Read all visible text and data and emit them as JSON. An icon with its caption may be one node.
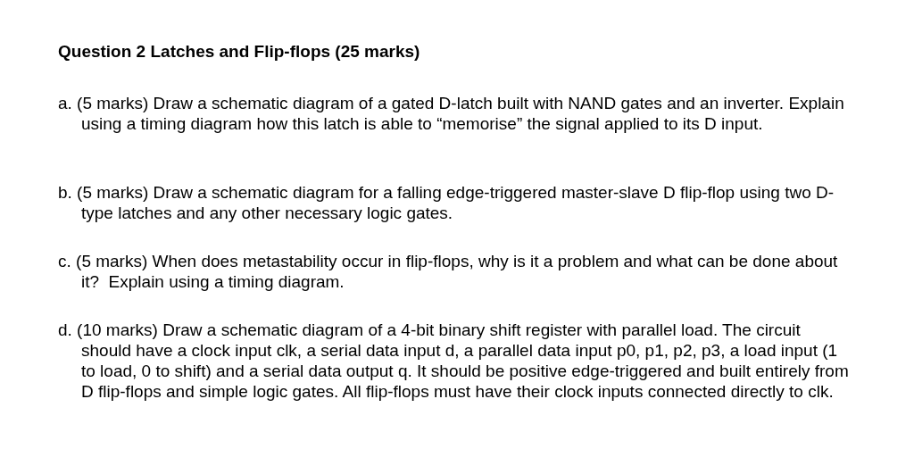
{
  "diagram": {
    "title": "Question 2 Latches and Flip-flops (25 marks)",
    "labels": [
      "a. (5 marks) Draw a schematic diagram of a gated D-latch built with NAND gates and an inverter. Explain using a timing diagram how this latch is able to “memorise” the signal applied to its D input.",
      "b. (5 marks) Draw a schematic diagram for a falling edge-triggered master-slave D flip-flop using two D-type latches and any other necessary logic gates.",
      "c. (5 marks) When does metastability occur in flip-flops, why is it a problem and what can be done about it?  Explain using a timing diagram.",
      "d. (10 marks) Draw a schematic diagram of a 4-bit binary shift register with parallel load. The circuit should have a clock input clk, a serial data input d, a parallel data input p0, p1, p2, p3, a load input (1 to load, 0 to shift) and a serial data output q. It should be positive edge-triggered and built entirely from D flip-flops and simple logic gates. All flip-flops must have their clock inputs connected directly to clk."
    ]
  }
}
